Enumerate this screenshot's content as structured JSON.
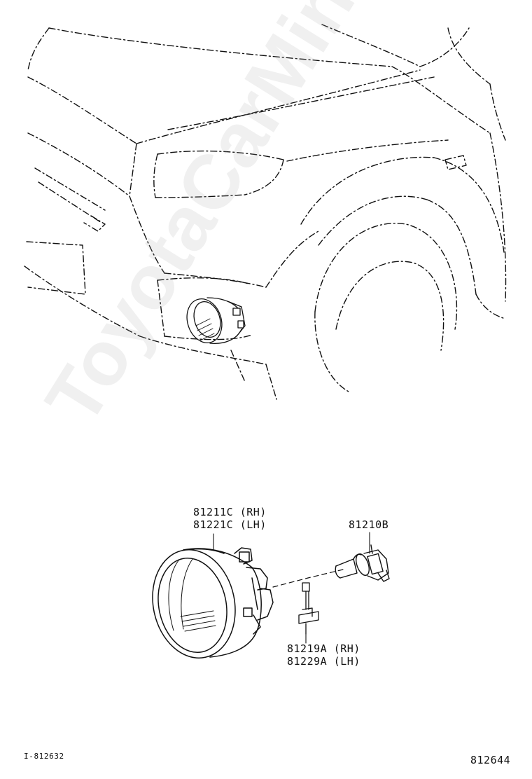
{
  "watermark": "ToyotaCarMine.ru",
  "parts": {
    "fog_lamp_unit": {
      "rh": "81211C (RH)",
      "lh": "81221C (LH)"
    },
    "bulb": "81210B",
    "socket": {
      "rh": "81219A (RH)",
      "lh": "81229A (LH)"
    }
  },
  "footer": {
    "illustration_id": "I-812632",
    "diagram_code": "812644"
  },
  "colors": {
    "line": "#111111",
    "watermark": "#a0a0a0"
  }
}
